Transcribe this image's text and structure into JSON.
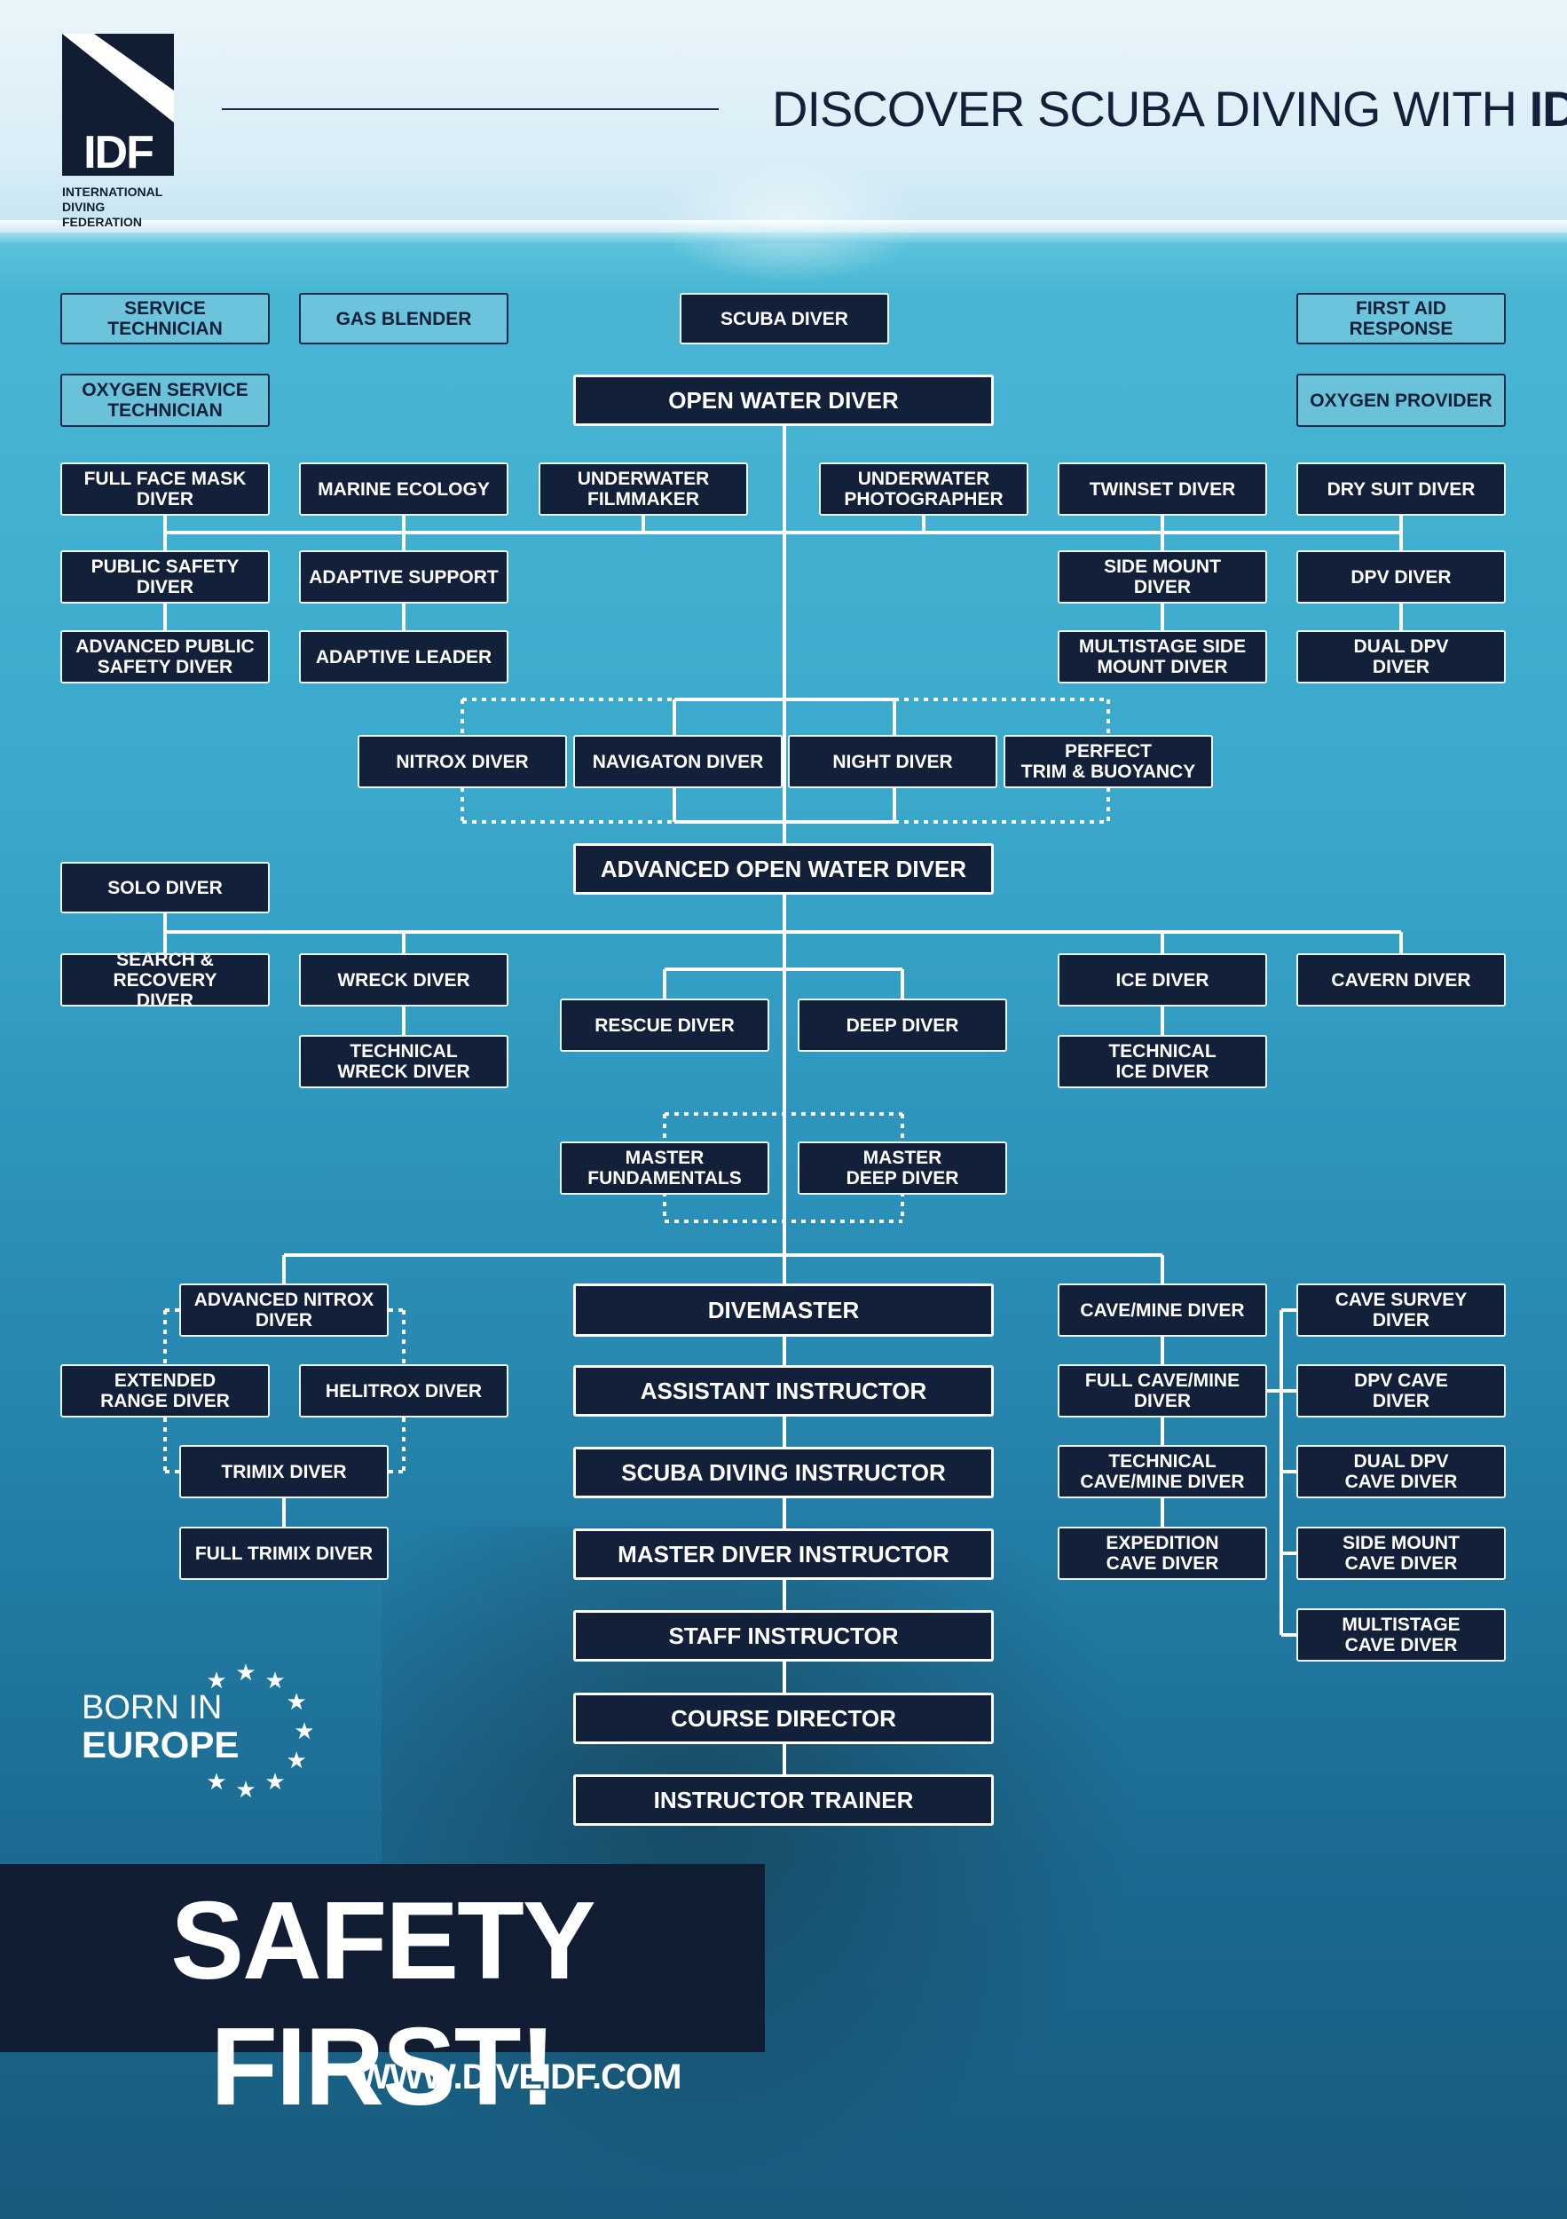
{
  "header": {
    "logo_text": "IDF",
    "logo_subtitle_1": "INTERNATIONAL",
    "logo_subtitle_2": "DIVING FEDERATION",
    "headline_prefix": "DISCOVER SCUBA DIVING WITH ",
    "headline_brand": "IDF"
  },
  "courses": {
    "service_technician": "SERVICE TECHNICIAN",
    "gas_blender": "GAS BLENDER",
    "scuba_diver": "SCUBA DIVER",
    "first_aid": "FIRST AID RESPONSE",
    "oxygen_service": "OXYGEN SERVICE\nTECHNICIAN",
    "open_water": "OPEN WATER DIVER",
    "oxygen_provider": "OXYGEN PROVIDER",
    "full_face": "FULL FACE MASK\nDIVER",
    "marine_ecology": "MARINE ECOLOGY",
    "uw_filmmaker": "UNDERWATER\nFILMMAKER",
    "uw_photographer": "UNDERWATER\nPHOTOGRAPHER",
    "twinset": "TWINSET DIVER",
    "dry_suit": "DRY SUIT DIVER",
    "public_safety": "PUBLIC SAFETY\nDIVER",
    "adaptive_support": "ADAPTIVE SUPPORT",
    "side_mount": "SIDE MOUNT\nDIVER",
    "dpv": "DPV DIVER",
    "adv_public_safety": "ADVANCED PUBLIC\nSAFETY DIVER",
    "adaptive_leader": "ADAPTIVE LEADER",
    "multistage_side": "MULTISTAGE SIDE\nMOUNT DIVER",
    "dual_dpv": "DUAL DPV\nDIVER",
    "nitrox": "NITROX DIVER",
    "navigation": "NAVIGATON DIVER",
    "night": "NIGHT DIVER",
    "perfect_trim": "PERFECT\nTRIM & BUOYANCY",
    "advanced_ow": "ADVANCED OPEN WATER DIVER",
    "solo": "SOLO DIVER",
    "search_recovery": "SEARCH & RECOVERY\nDIVER",
    "wreck": "WRECK DIVER",
    "ice": "ICE DIVER",
    "cavern": "CAVERN DIVER",
    "rescue": "RESCUE DIVER",
    "deep": "DEEP DIVER",
    "tech_wreck": "TECHNICAL\nWRECK DIVER",
    "tech_ice": "TECHNICAL\nICE DIVER",
    "master_fund": "MASTER\nFUNDAMENTALS",
    "master_deep": "MASTER\nDEEP DIVER",
    "adv_nitrox": "ADVANCED NITROX\nDIVER",
    "divemaster": "DIVEMASTER",
    "cave_mine": "CAVE/MINE DIVER",
    "cave_survey": "CAVE SURVEY\nDIVER",
    "extended_range": "EXTENDED\nRANGE DIVER",
    "helitrox": "HELITROX DIVER",
    "assistant_instructor": "ASSISTANT INSTRUCTOR",
    "full_cave": "FULL CAVE/MINE\nDIVER",
    "dpv_cave": "DPV CAVE\nDIVER",
    "trimix": "TRIMIX DIVER",
    "scuba_instructor": "SCUBA DIVING INSTRUCTOR",
    "tech_cave": "TECHNICAL\nCAVE/MINE DIVER",
    "dual_dpv_cave": "DUAL DPV\nCAVE DIVER",
    "full_trimix": "FULL TRIMIX DIVER",
    "master_instructor": "MASTER DIVER INSTRUCTOR",
    "expedition_cave": "EXPEDITION\nCAVE DIVER",
    "side_mount_cave": "SIDE MOUNT\nCAVE DIVER",
    "staff_instructor": "STAFF INSTRUCTOR",
    "multistage_cave": "MULTISTAGE\nCAVE DIVER",
    "course_director": "COURSE DIRECTOR",
    "instructor_trainer": "INSTRUCTOR TRAINER"
  },
  "footer": {
    "born_top": "BORN IN",
    "born_bottom": "EUROPE",
    "slogan": "SAFETY FIRST!",
    "url": "WWW.DIVEIDF.COM"
  },
  "colors": {
    "navy": "#13203a",
    "connector": "#ffffff",
    "water": "#3aa8cb"
  }
}
